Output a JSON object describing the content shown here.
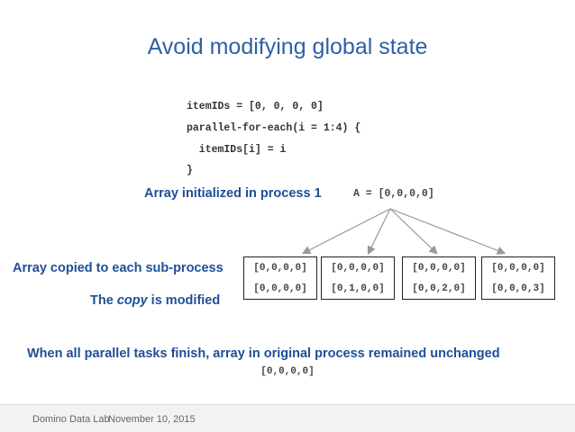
{
  "slide": {
    "title": "Avoid modifying global state"
  },
  "code": {
    "line1": "itemIDs = [0, 0, 0, 0]",
    "line2": "parallel-for-each(i = 1:4) {",
    "line3": "  itemIDs[i] = i",
    "line4": "}"
  },
  "labels": {
    "initialized": "Array initialized in process 1",
    "initial_array": "A = [0,0,0,0]",
    "copied": "Array copied to each sub-process",
    "modified_prefix": "The ",
    "modified_italic": "copy",
    "modified_suffix": " is modified",
    "unchanged": "When all parallel tasks finish, array in original process remained unchanged",
    "final_array": "[0,0,0,0]"
  },
  "subprocesses": [
    {
      "copied": "[0,0,0,0]",
      "modified": "[0,0,0,0]"
    },
    {
      "copied": "[0,0,0,0]",
      "modified": "[0,1,0,0]"
    },
    {
      "copied": "[0,0,0,0]",
      "modified": "[0,0,2,0]"
    },
    {
      "copied": "[0,0,0,0]",
      "modified": "[0,0,0,3]"
    }
  ],
  "footer": {
    "company": "Domino Data Lab",
    "date": "November 10, 2015"
  },
  "colors": {
    "title": "#2f5fa6",
    "label": "#1f4e96"
  }
}
